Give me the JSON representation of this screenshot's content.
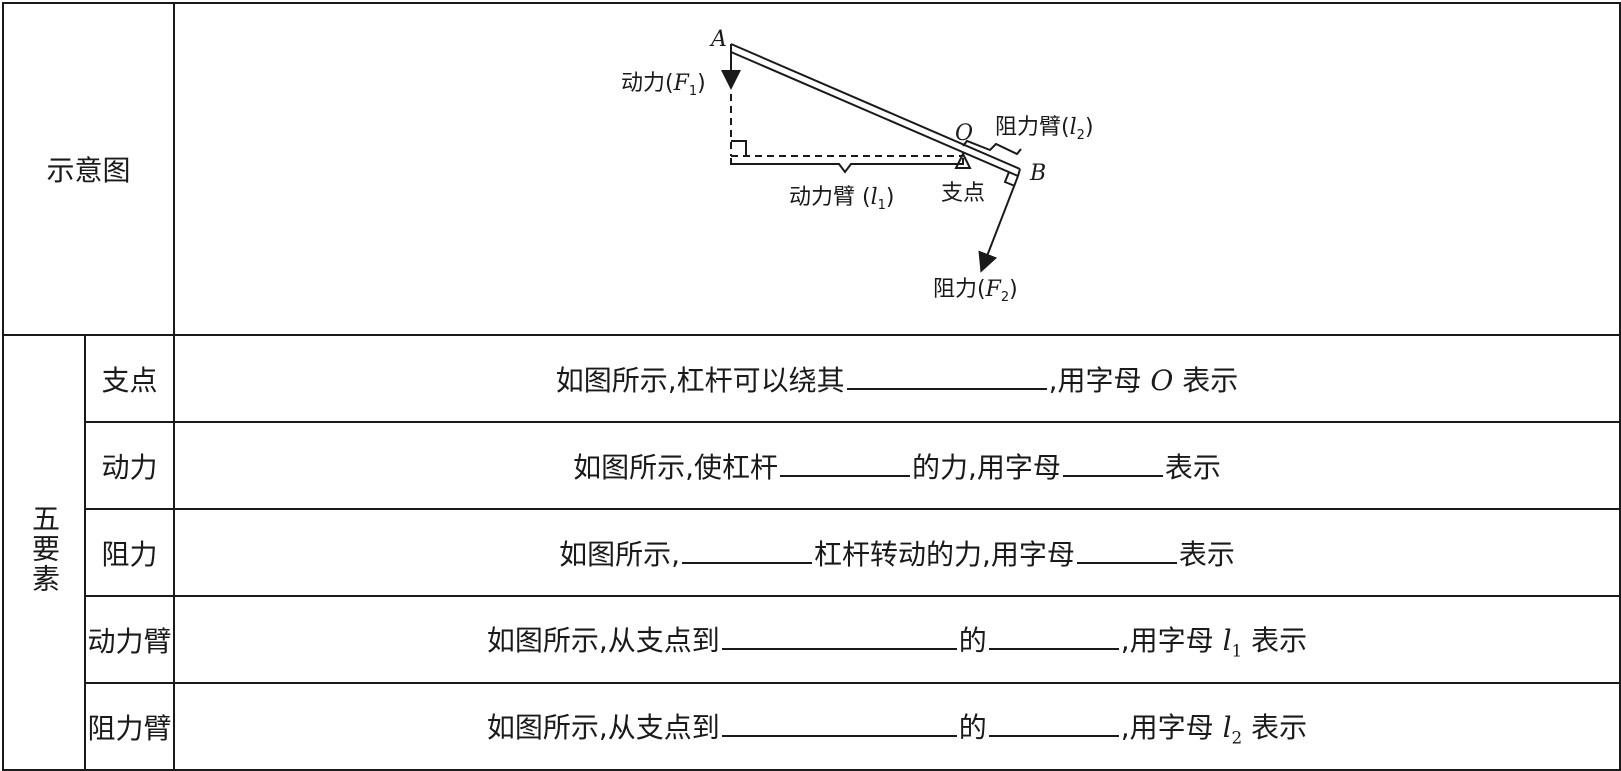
{
  "header": {
    "label": "示意图"
  },
  "group_label": "五要素",
  "diagram": {
    "point_a": "A",
    "point_b": "B",
    "point_o": "O",
    "effort_label": "动力",
    "effort_symbol": "F",
    "effort_sub": "1",
    "effort_arm_label": "动力臂",
    "effort_arm_symbol": "l",
    "effort_arm_sub": "1",
    "fulcrum_label": "支点",
    "load_arm_label": "阻力臂",
    "load_arm_symbol": "l",
    "load_arm_sub": "2",
    "load_label": "阻力",
    "load_symbol": "F",
    "load_sub": "2"
  },
  "rows": [
    {
      "name": "支点",
      "text_a": "如图所示,杠杆可以绕其",
      "text_b": ",用字母",
      "symbol": "O",
      "text_c": "表示"
    },
    {
      "name": "动力",
      "text_a": "如图所示,使杠杆",
      "text_b": "的力,用字母",
      "text_c": "表示"
    },
    {
      "name": "阻力",
      "text_a": "如图所示,",
      "text_b": "杠杆转动的力,用字母",
      "text_c": "表示"
    },
    {
      "name": "动力臂",
      "text_a": "如图所示,从支点到",
      "text_b": "的",
      "text_c": ",用字母",
      "symbol": "l",
      "sub": "1",
      "text_d": "表示"
    },
    {
      "name": "阻力臂",
      "text_a": "如图所示,从支点到",
      "text_b": "的",
      "text_c": ",用字母",
      "symbol": "l",
      "sub": "2",
      "text_d": "表示"
    }
  ]
}
